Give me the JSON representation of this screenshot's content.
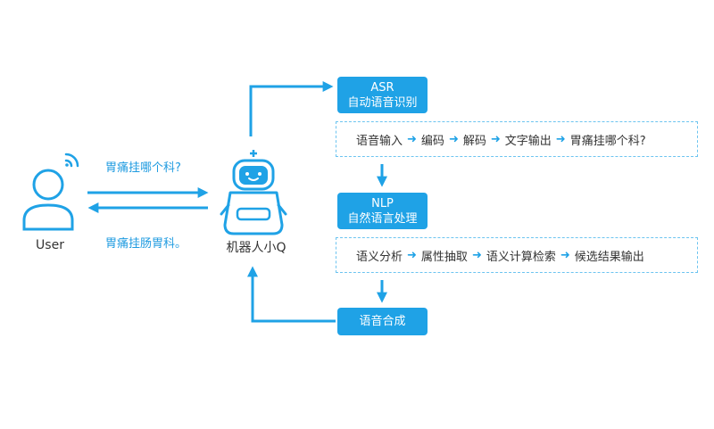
{
  "colors": {
    "accent": "#1fa2e6",
    "dash": "#6cc4f0",
    "text": "#333333"
  },
  "user": {
    "label": "User",
    "icon": "user-with-signal-icon"
  },
  "robot": {
    "label": "机器人小Q",
    "icon": "robot-icon"
  },
  "messages": {
    "question": "胃痛挂哪个科?",
    "answer": "胃痛挂肠胃科。"
  },
  "asr": {
    "title": "ASR",
    "subtitle": "自动语音识别",
    "steps": [
      "语音输入",
      "编码",
      "解码",
      "文字输出",
      "胃痛挂哪个科?"
    ]
  },
  "nlp": {
    "title": "NLP",
    "subtitle": "自然语言处理",
    "steps": [
      "语义分析",
      "属性抽取",
      "语义计算检索",
      "候选结果输出"
    ]
  },
  "tts": {
    "title": "语音合成"
  },
  "arrow_glyph": "➜"
}
